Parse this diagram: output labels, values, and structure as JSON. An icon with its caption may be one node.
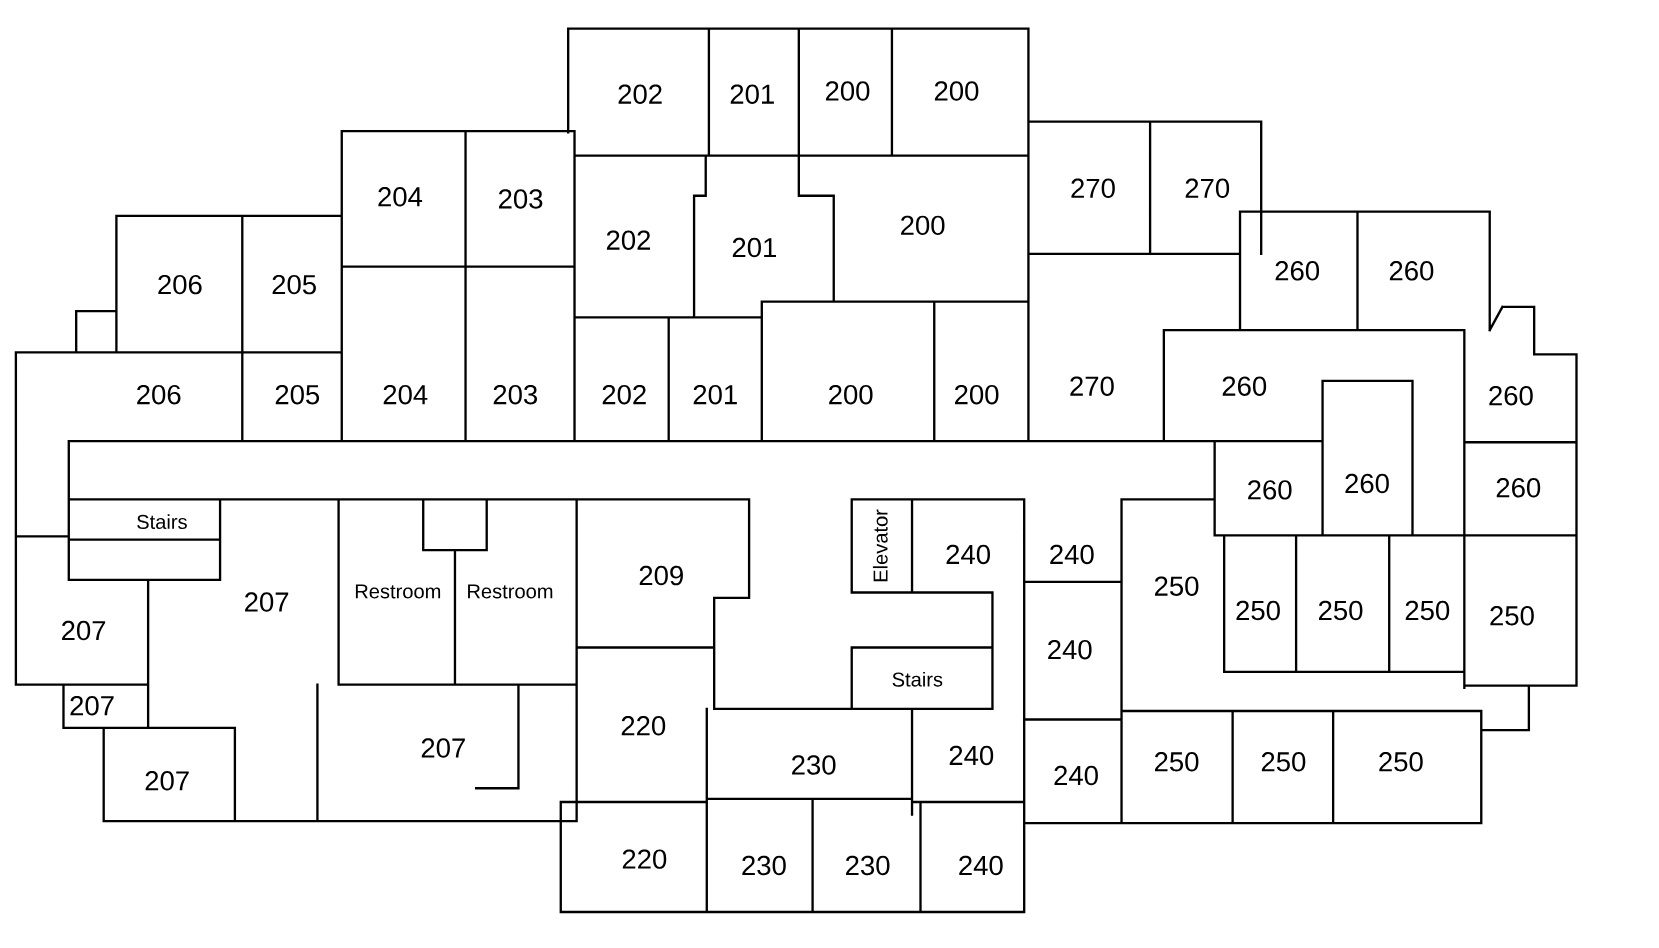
{
  "diagram": {
    "labels": [
      "202",
      "201",
      "200",
      "200",
      "204",
      "203",
      "270",
      "270",
      "202",
      "201",
      "200",
      "206",
      "205",
      "260",
      "260",
      "206",
      "205",
      "204",
      "203",
      "202",
      "201",
      "200",
      "200",
      "270",
      "260",
      "260",
      "260",
      "260",
      "260",
      "Stairs",
      "Elevator",
      "240",
      "240",
      "207",
      "207",
      "Restroom",
      "Restroom",
      "209",
      "250",
      "250",
      "250",
      "250",
      "250",
      "240",
      "Stairs",
      "207",
      "207",
      "207",
      "220",
      "230",
      "240",
      "240",
      "250",
      "250",
      "250",
      "220",
      "230",
      "230",
      "240"
    ]
  }
}
